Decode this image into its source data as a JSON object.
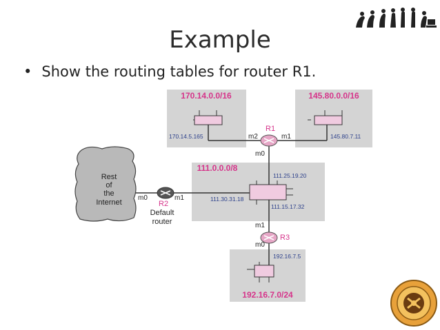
{
  "slide": {
    "title": "Example",
    "bullet": "Show the routing tables for router R1."
  },
  "diagram": {
    "net_170": {
      "label": "170.14.0.0/16",
      "iface_ip": "170.14.5.165"
    },
    "net_145": {
      "label": "145.80.0.0/16",
      "iface_ip": "145.80.7.11"
    },
    "net_111": {
      "label": "111.0.0.0/8",
      "ip_r1": "111.25.19.20",
      "ip_r2": "111.30.31.18",
      "ip_r3": "111.15.17.32"
    },
    "net_192": {
      "label": "192.16.7.0/24",
      "iface_ip": "192.16.7.5"
    },
    "r1": {
      "name": "R1",
      "m2": "m2",
      "m1": "m1",
      "m0": "m0"
    },
    "r2": {
      "name": "R2",
      "m0": "m0",
      "m1": "m1",
      "desc_line1": "Default",
      "desc_line2": "router"
    },
    "r3": {
      "name": "R3",
      "m1": "m1",
      "m0": "m0"
    },
    "cloud": {
      "line1": "Rest",
      "line2": "of",
      "line3": "the",
      "line4": "Internet"
    },
    "colors": {
      "label_pink": "#d6338a",
      "router_pink": "#e6a6c6",
      "box_gray": "#d4d4d4",
      "ip_blue": "#2b3f8a"
    }
  }
}
